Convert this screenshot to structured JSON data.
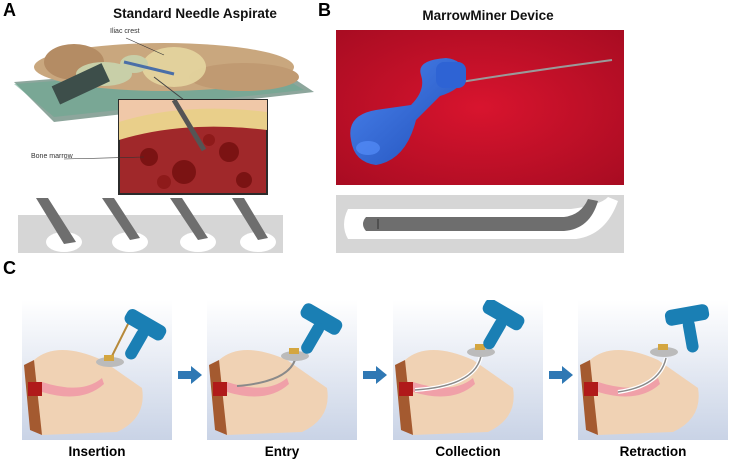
{
  "panels": {
    "a": {
      "letter": "A",
      "title": "Standard Needle Aspirate",
      "labels": {
        "iliac_crest": "Iliac crest",
        "bone_marrow": "Bone marrow"
      }
    },
    "b": {
      "letter": "B",
      "title": "MarrowMiner Device"
    },
    "c": {
      "letter": "C",
      "steps": [
        {
          "label": "Insertion"
        },
        {
          "label": "Entry"
        },
        {
          "label": "Collection"
        },
        {
          "label": "Retraction"
        }
      ]
    }
  },
  "colors": {
    "device_blue": "#2f64d6",
    "background_red": "#c8102e",
    "arrow_blue": "#2f78b4",
    "needle_gray": "#6e6e6e",
    "bone_tan": "#f0d2b4",
    "marrow_red": "#b01a1a"
  }
}
